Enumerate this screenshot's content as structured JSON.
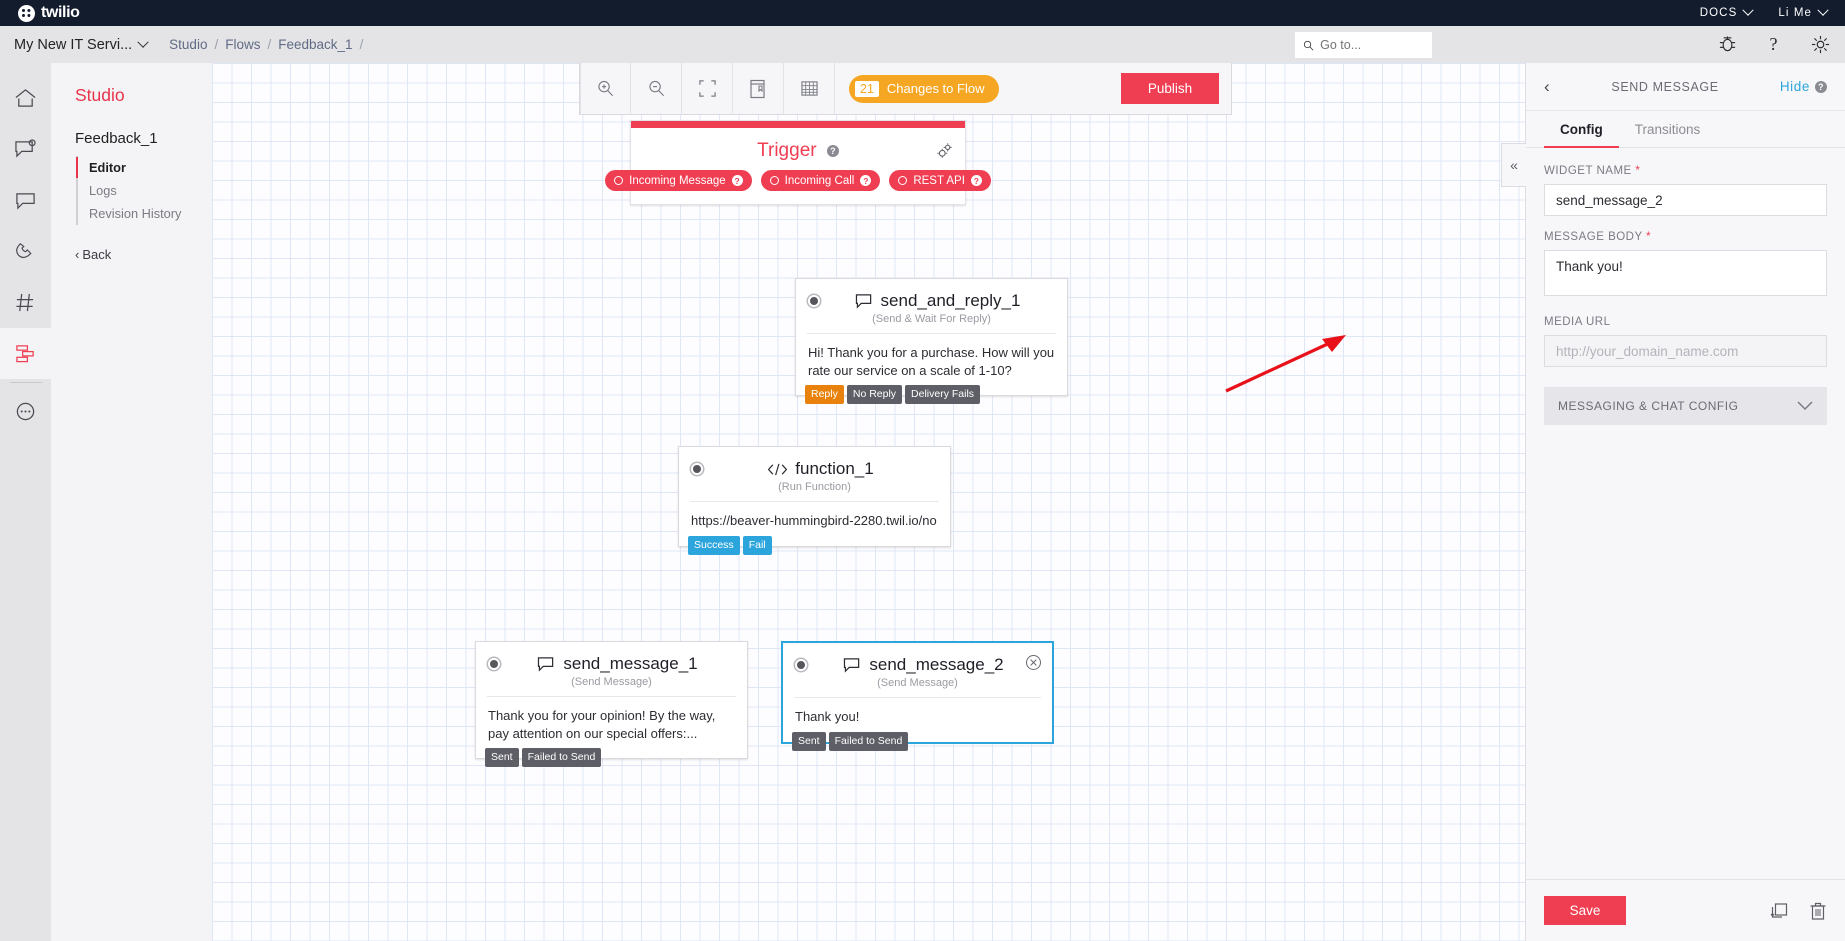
{
  "topnav": {
    "brand": "twilio",
    "docs_label": "DOCS",
    "user_label": "Li Me"
  },
  "breadcrumb": {
    "account": "My New IT Servi...",
    "items": [
      "Studio",
      "Flows",
      "Feedback_1"
    ],
    "trailing_sep": "/"
  },
  "search": {
    "placeholder": "Go to...",
    "value": ""
  },
  "header_icons": [
    "bug-icon",
    "help-icon",
    "gear-icon"
  ],
  "sidebar": {
    "title": "Studio",
    "flow_name": "Feedback_1",
    "links": [
      {
        "label": "Editor",
        "active": true
      },
      {
        "label": "Logs",
        "active": false
      },
      {
        "label": "Revision History",
        "active": false
      }
    ],
    "back_label": "Back",
    "rail_items": [
      "home-icon",
      "messaging-icon",
      "chat-icon",
      "voice-icon",
      "phone-numbers-icon",
      "studio-icon",
      "more-icon"
    ]
  },
  "toolbar": {
    "buttons": [
      "zoom-in-icon",
      "zoom-out-icon",
      "fit-screen-icon",
      "documentation-icon",
      "grid-icon"
    ],
    "changes_count": "21",
    "changes_label": "Changes to Flow",
    "publish_label": "Publish"
  },
  "trigger": {
    "title": "Trigger",
    "help_icon": "help-icon",
    "gear_icon": "gear-icon",
    "pills": [
      "Incoming Message",
      "Incoming Call",
      "REST API"
    ]
  },
  "widgets": [
    {
      "name": "send_and_reply_1",
      "type": "(Send & Wait For Reply)",
      "icon": "message-icon",
      "body": "Hi! Thank you for a purchase. How will you rate our service on a scale of 1-10?",
      "transitions": [
        {
          "label": "Reply",
          "color": "orange"
        },
        {
          "label": "No Reply",
          "color": "grey"
        },
        {
          "label": "Delivery Fails",
          "color": "grey"
        }
      ],
      "selected": false
    },
    {
      "name": "function_1",
      "type": "(Run Function)",
      "icon": "code-icon",
      "body": "https://beaver-hummingbird-2280.twil.io/no",
      "transitions": [
        {
          "label": "Success",
          "color": "blue"
        },
        {
          "label": "Fail",
          "color": "blue"
        }
      ],
      "selected": false
    },
    {
      "name": "send_message_1",
      "type": "(Send Message)",
      "icon": "message-icon",
      "body": "Thank you for your opinion! By the way, pay attention on our special offers:...",
      "transitions": [
        {
          "label": "Sent",
          "color": "grey"
        },
        {
          "label": "Failed to Send",
          "color": "grey"
        }
      ],
      "selected": false
    },
    {
      "name": "send_message_2",
      "type": "(Send Message)",
      "icon": "message-icon",
      "body": "Thank you!",
      "transitions": [
        {
          "label": "Sent",
          "color": "grey"
        },
        {
          "label": "Failed to Send",
          "color": "grey"
        }
      ],
      "selected": true
    }
  ],
  "config_panel": {
    "title": "SEND MESSAGE",
    "hide_label": "Hide",
    "tabs": [
      {
        "label": "Config",
        "active": true
      },
      {
        "label": "Transitions",
        "active": false
      }
    ],
    "widget_name_label": "WIDGET NAME",
    "widget_name_value": "send_message_2",
    "message_body_label": "MESSAGE BODY",
    "message_body_value": "Thank you!",
    "media_url_label": "MEDIA URL",
    "media_url_value": "",
    "media_url_placeholder": "http://your_domain_name.com",
    "accordion_label": "MESSAGING & CHAT CONFIG",
    "save_label": "Save",
    "footer_icons": [
      "duplicate-icon",
      "delete-icon"
    ]
  },
  "colors": {
    "brand_red": "#ef3e52",
    "accent_orange": "#f5a623",
    "accent_blue": "#2ca5dd",
    "nav_dark": "#121c2d",
    "annotation_red": "#e8111a"
  }
}
